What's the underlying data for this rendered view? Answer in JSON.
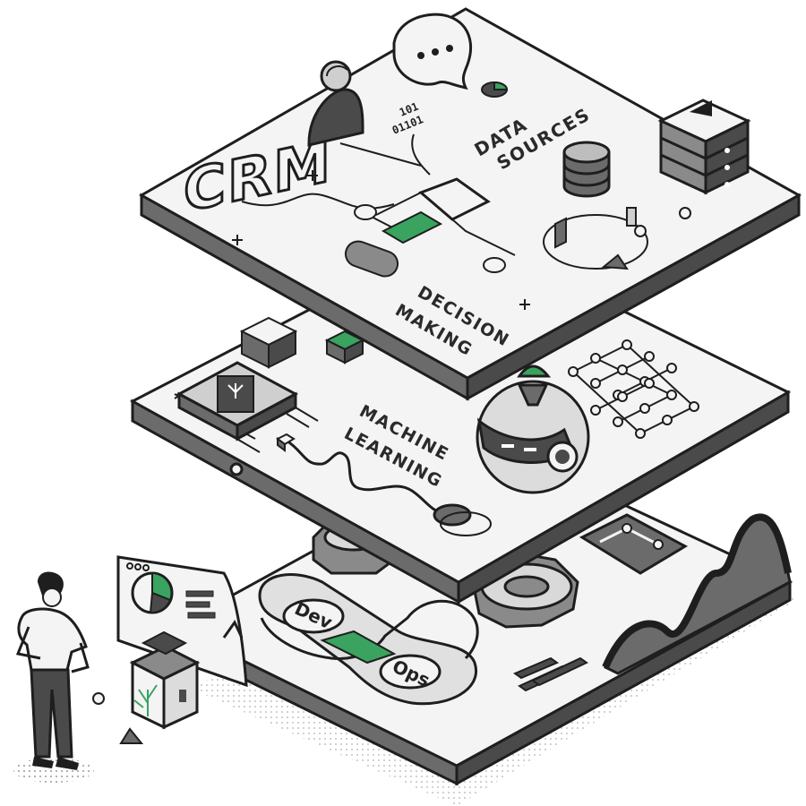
{
  "labels": {
    "crm": "CRM",
    "data_sources_line1": "DATA",
    "data_sources_line2": "SOURCES",
    "decision_line1": "DECISION",
    "decision_line2": "MAKING",
    "ml_line1": "MACHINE",
    "ml_line2": "LEARNING",
    "dev": "Dev",
    "ops": "Ops",
    "binary_line1": "101",
    "binary_line2": "01101"
  },
  "colors": {
    "accent": "#3aa35f",
    "ink": "#1e1e1e",
    "plate": "#f4f4f4",
    "side": "#6b6b6b",
    "dark": "#4a4a4a"
  },
  "icons": [
    "chat-bubble-icon",
    "user-icon",
    "database-icon",
    "server-icon",
    "gear-icon",
    "robot-icon",
    "chip-icon",
    "chart-icon",
    "tree-icon"
  ]
}
